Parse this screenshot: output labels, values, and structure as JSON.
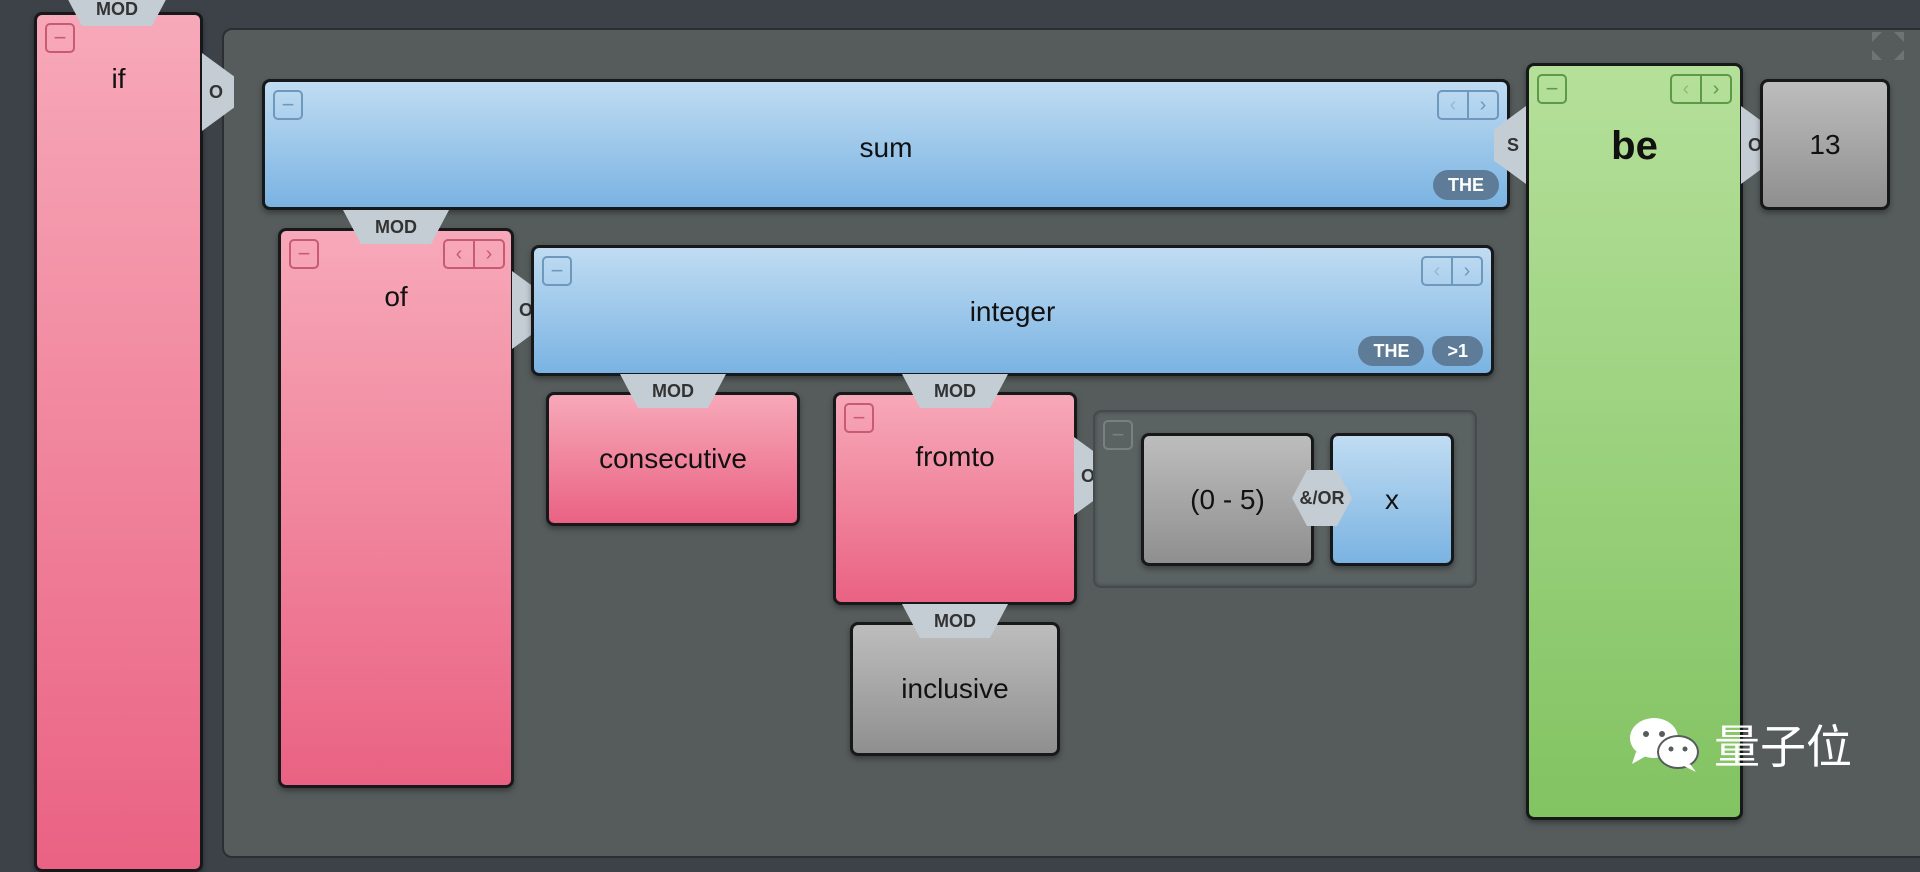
{
  "blocks": {
    "if": "if",
    "sum": "sum",
    "of": "of",
    "integer": "integer",
    "consecutive": "consecutive",
    "fromto": "fromto",
    "inclusive": "inclusive",
    "range": "(0 - 5)",
    "x": "x",
    "be": "be",
    "value": "13"
  },
  "tabs": {
    "mod": "MOD",
    "o": "O",
    "s": "S",
    "andor": "&/OR"
  },
  "badges": {
    "the": "THE",
    "gt1": ">1"
  },
  "controls": {
    "minus": "−",
    "prev": "‹",
    "next": "›"
  },
  "watermark": {
    "text": "量子位"
  },
  "colors": {
    "canvas": "#555c5b",
    "pink_block": "#ea6283",
    "blue_block": "#7ab3e2",
    "green_block": "#82c362",
    "gray_block": "#8f8f90",
    "badge": "#5e7c97"
  },
  "icons": {
    "collapse": "minus-icon",
    "prev": "chevron-left-icon",
    "next": "chevron-right-icon",
    "watermark": "wechat-icon",
    "canvas_corner": "expand-arrows-icon"
  }
}
